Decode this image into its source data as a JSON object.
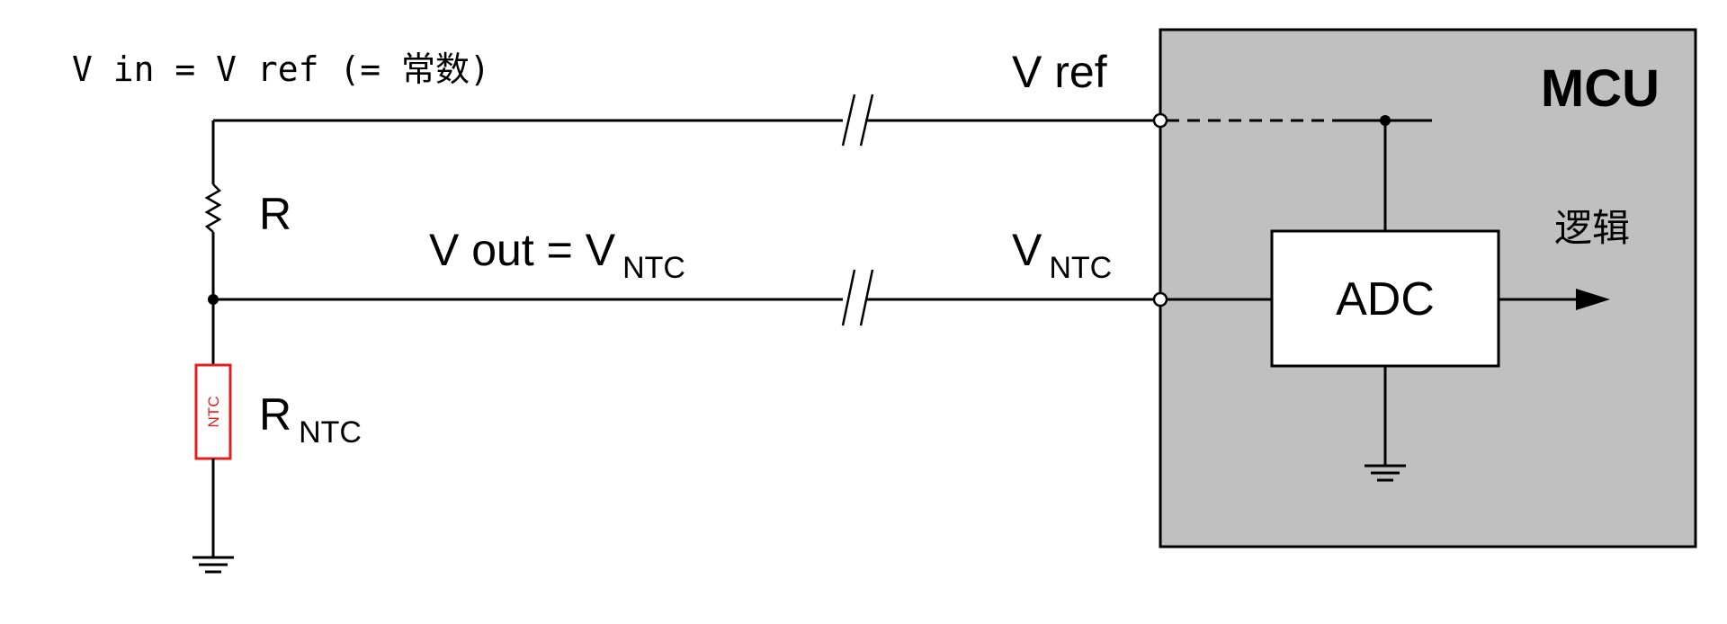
{
  "diagram": {
    "header_formula": "V in = V ref (= 常数)",
    "resistor": {
      "name": "R"
    },
    "ntc": {
      "symbol_text": "NTC",
      "label_main": "R",
      "label_sub": "NTC",
      "color": "#e02020"
    },
    "vout": {
      "main": "V out = V",
      "sub": "NTC"
    },
    "pin_vref": {
      "label": "V ref"
    },
    "pin_vntc": {
      "main": "V",
      "sub": "NTC"
    },
    "mcu": {
      "label": "MCU",
      "fill": "#c0c0c0"
    },
    "adc": {
      "label": "ADC"
    },
    "output": {
      "label": "逻辑"
    }
  }
}
